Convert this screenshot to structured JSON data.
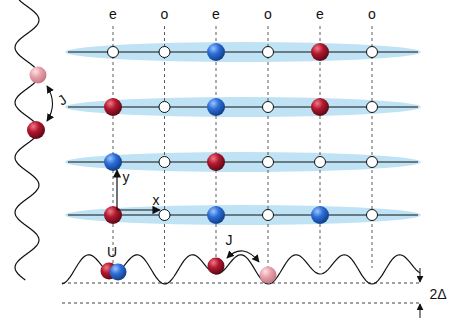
{
  "diagram": {
    "labels": [
      "e",
      "o",
      "e",
      "o",
      "e",
      "o",
      "J",
      "y",
      "x",
      "U",
      "J",
      "2Δ"
    ]
  }
}
